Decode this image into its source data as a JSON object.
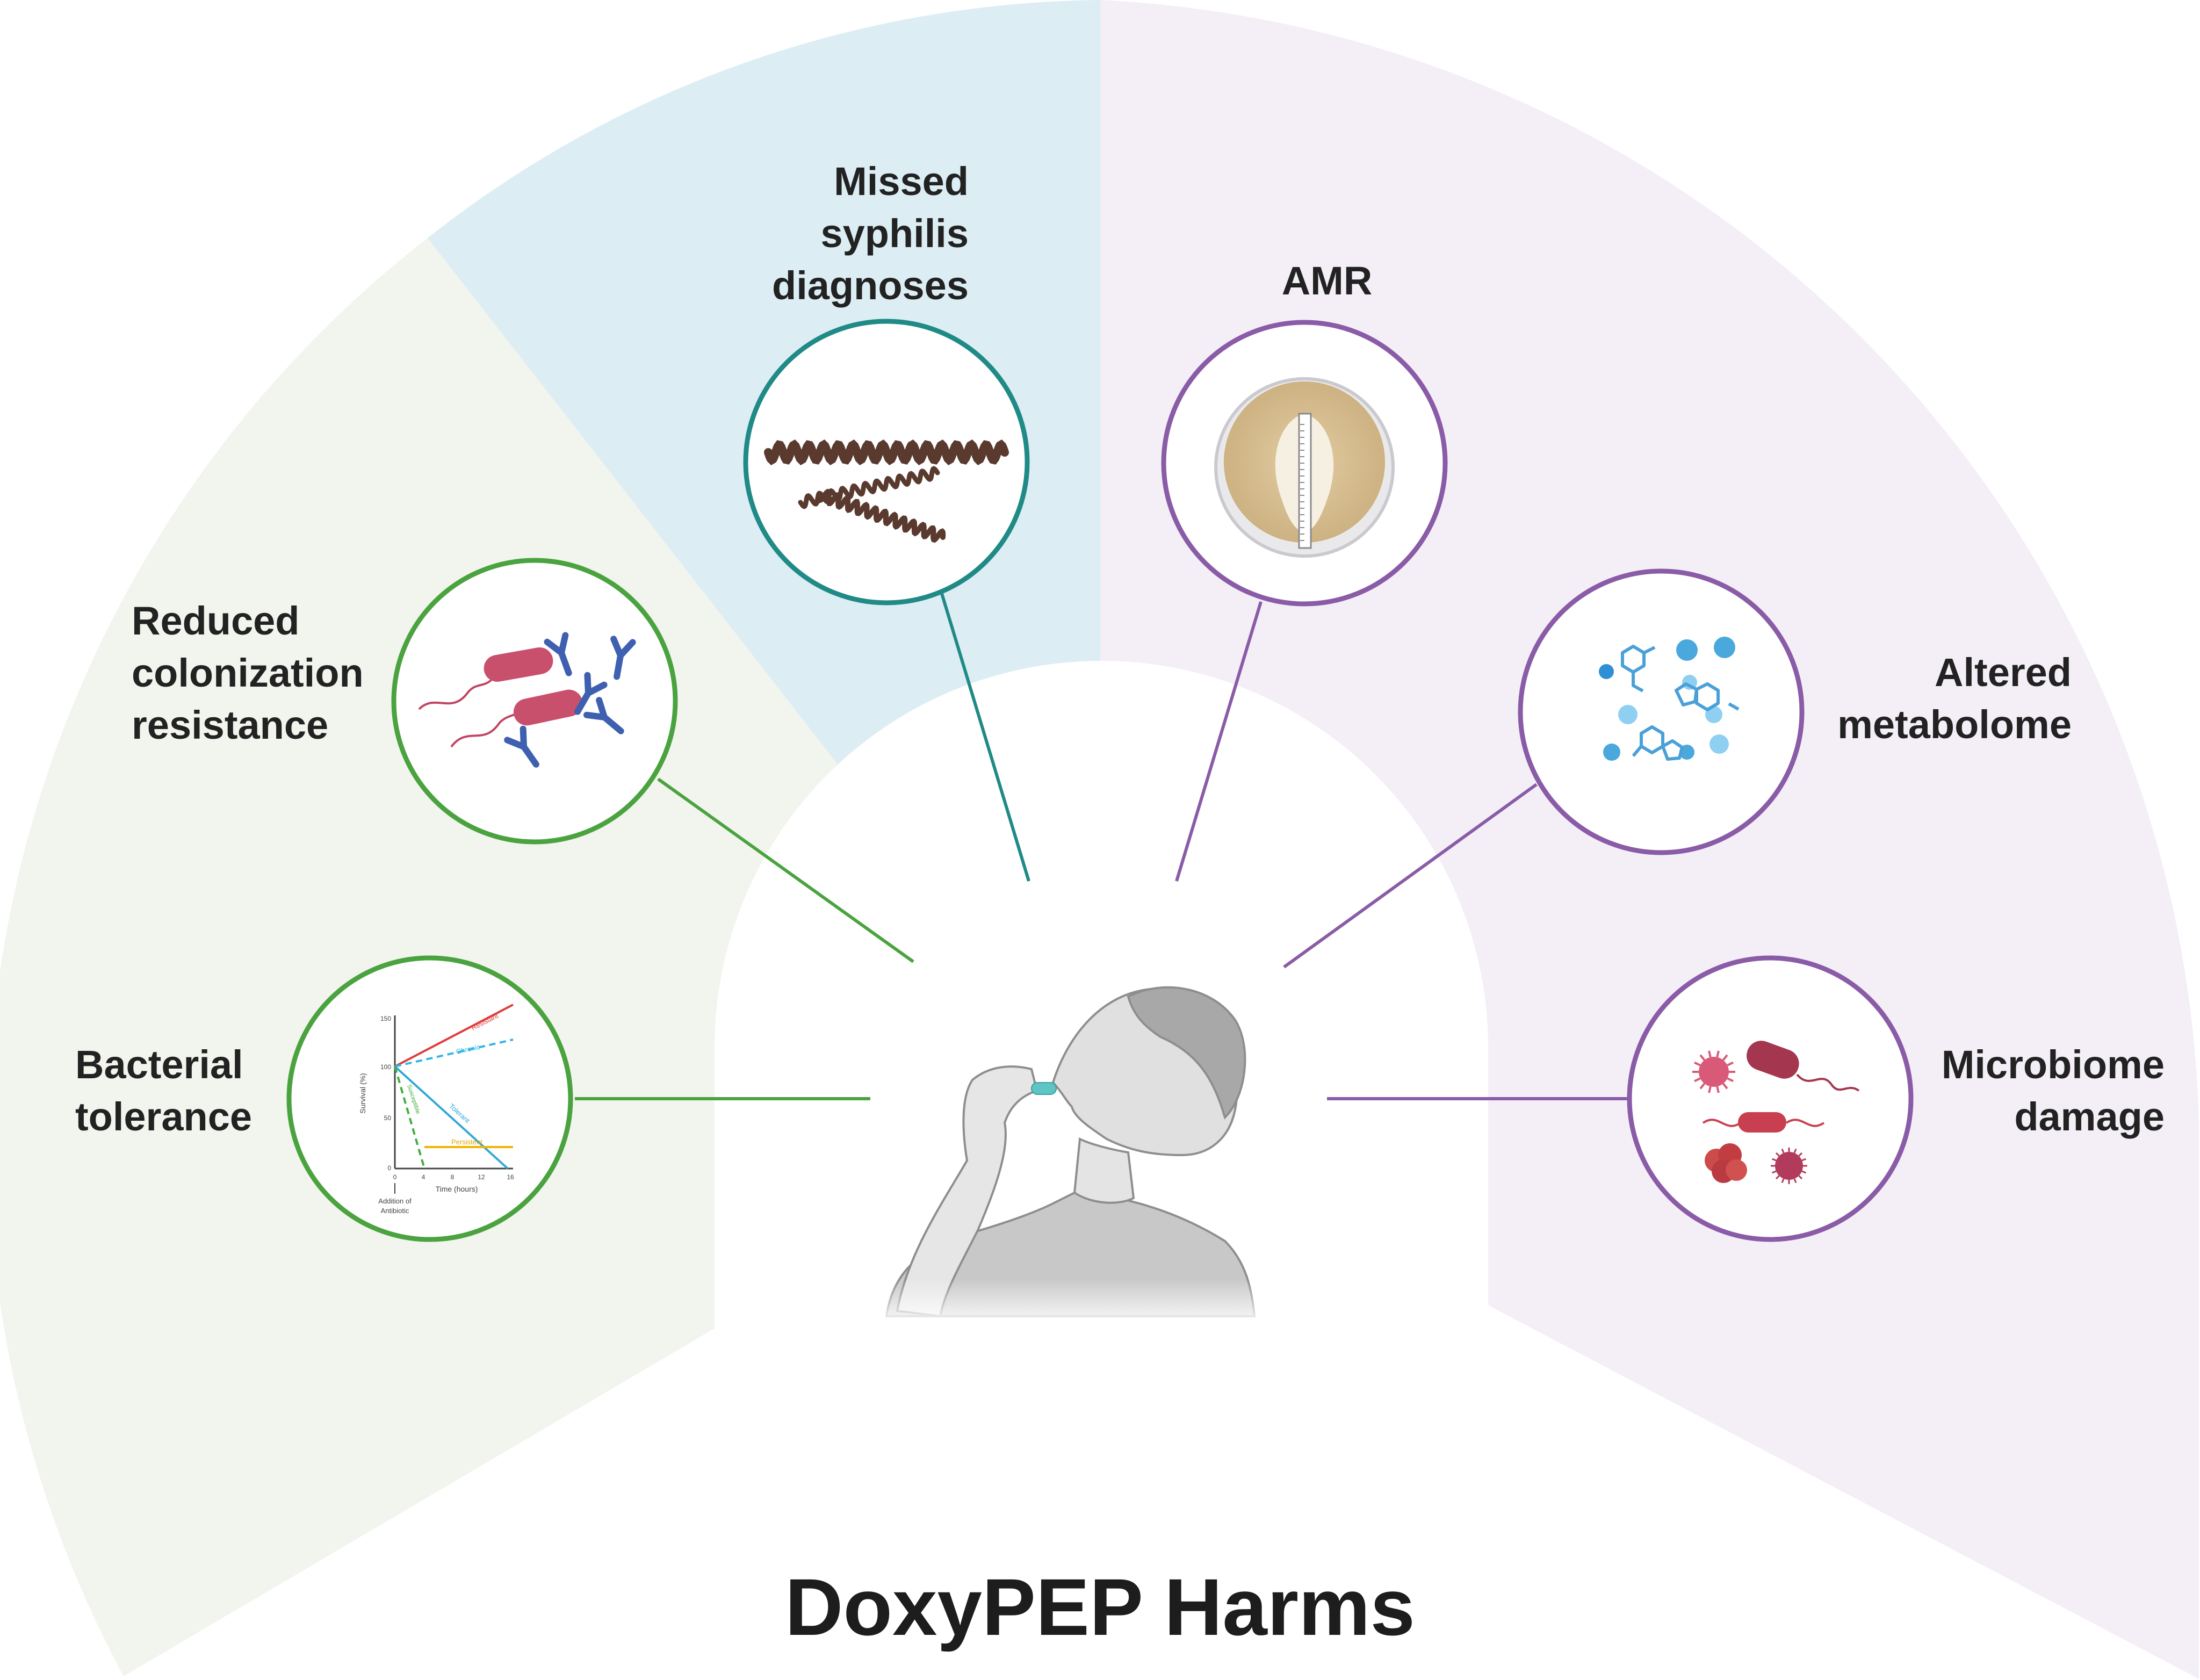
{
  "title": "DoxyPEP Harms",
  "colors": {
    "green_sector": "#f2f4ee",
    "blue_sector": "#dcedf4",
    "purple_sector": "#f4eff7",
    "green_accent": "#4aa33f",
    "teal_accent": "#1f8a86",
    "purple_accent": "#8a5ca7"
  },
  "harms": [
    {
      "id": "missed-syphilis",
      "label": [
        "Missed",
        "syphilis",
        "diagnoses"
      ],
      "icon": "spirochete-icon"
    },
    {
      "id": "amr",
      "label": [
        "AMR"
      ],
      "icon": "etest-petri-dish-icon"
    },
    {
      "id": "reduced-colonization",
      "label": [
        "Reduced",
        "colonization",
        "resistance"
      ],
      "icon": "bacteria-antibody-icon"
    },
    {
      "id": "altered-metabolome",
      "label": [
        "Altered",
        "metabolome"
      ],
      "icon": "metabolite-molecules-icon"
    },
    {
      "id": "bacterial-tolerance",
      "label": [
        "Bacterial",
        "tolerance"
      ],
      "icon": "survival-curve-icon"
    },
    {
      "id": "microbiome-damage",
      "label": [
        "Microbiome",
        "damage"
      ],
      "icon": "microbes-icon"
    }
  ],
  "tolerance_plot": {
    "ylabel": "Survival (%)",
    "xlabel": "Time (hours)",
    "y_ticks": [
      "150",
      "100",
      "50",
      "0"
    ],
    "x_ticks": [
      "0",
      "4",
      "8",
      "12",
      "16"
    ],
    "curves": [
      "Resistant",
      "Chronic",
      "Susceptible",
      "Persistent",
      "Tolerant"
    ],
    "annotation": [
      "Addition of",
      "Antibiotic"
    ]
  },
  "center_figure": "person-taking-pill-icon"
}
